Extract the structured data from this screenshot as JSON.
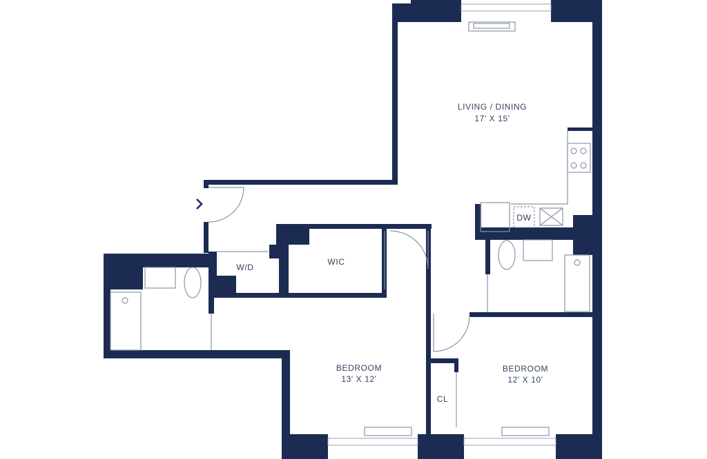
{
  "colors": {
    "wall": "#1b2b52",
    "fixture": "#8c94a8",
    "label": "#33415f"
  },
  "rooms": {
    "living": {
      "name": "LIVING / DINING",
      "size": "17' X 15'"
    },
    "wic": {
      "name": "WIC"
    },
    "wd": {
      "name": "W/D"
    },
    "bedroom1": {
      "name": "BEDROOM",
      "size": "13' X 12'"
    },
    "bedroom2": {
      "name": "BEDROOM",
      "size": "12' X 10'"
    },
    "closet": {
      "name": "CL"
    },
    "dishwasher": {
      "name": "DW"
    }
  },
  "entry_icon": "chevron-right-icon"
}
